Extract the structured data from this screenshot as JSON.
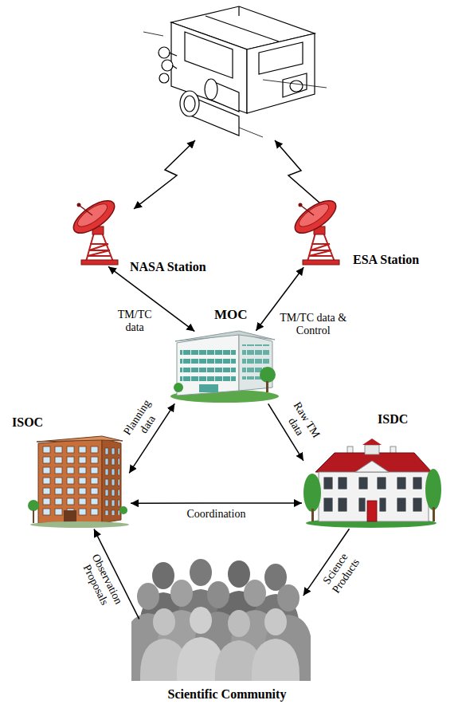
{
  "diagram": {
    "nodes": [
      {
        "text": [
          "NASA Station"
        ]
      },
      {
        "text": [
          "ESA Station"
        ]
      },
      {
        "text": [
          "MOC"
        ]
      },
      {
        "text": [
          "ISOC"
        ]
      },
      {
        "text": [
          "ISDC"
        ]
      },
      {
        "text": [
          "Scientific Community"
        ]
      }
    ],
    "edges": [
      {
        "from": 0,
        "to": 2,
        "label": "TM/TC data",
        "arrow": "both"
      },
      {
        "from": 1,
        "to": 2,
        "label": "TM/TC data & Control",
        "arrow": "both"
      },
      {
        "from": 3,
        "to": 2,
        "label": "Planning data",
        "arrow": "both"
      },
      {
        "from": 2,
        "to": 4,
        "label": "Raw TM data",
        "arrow": "to"
      },
      {
        "from": 3,
        "to": 4,
        "label": "Coordination",
        "arrow": "both"
      },
      {
        "from": 5,
        "to": 3,
        "label": "Observation Proposals",
        "arrow": "to"
      },
      {
        "from": 4,
        "to": 5,
        "label": "Science Products",
        "arrow": "to"
      }
    ]
  }
}
